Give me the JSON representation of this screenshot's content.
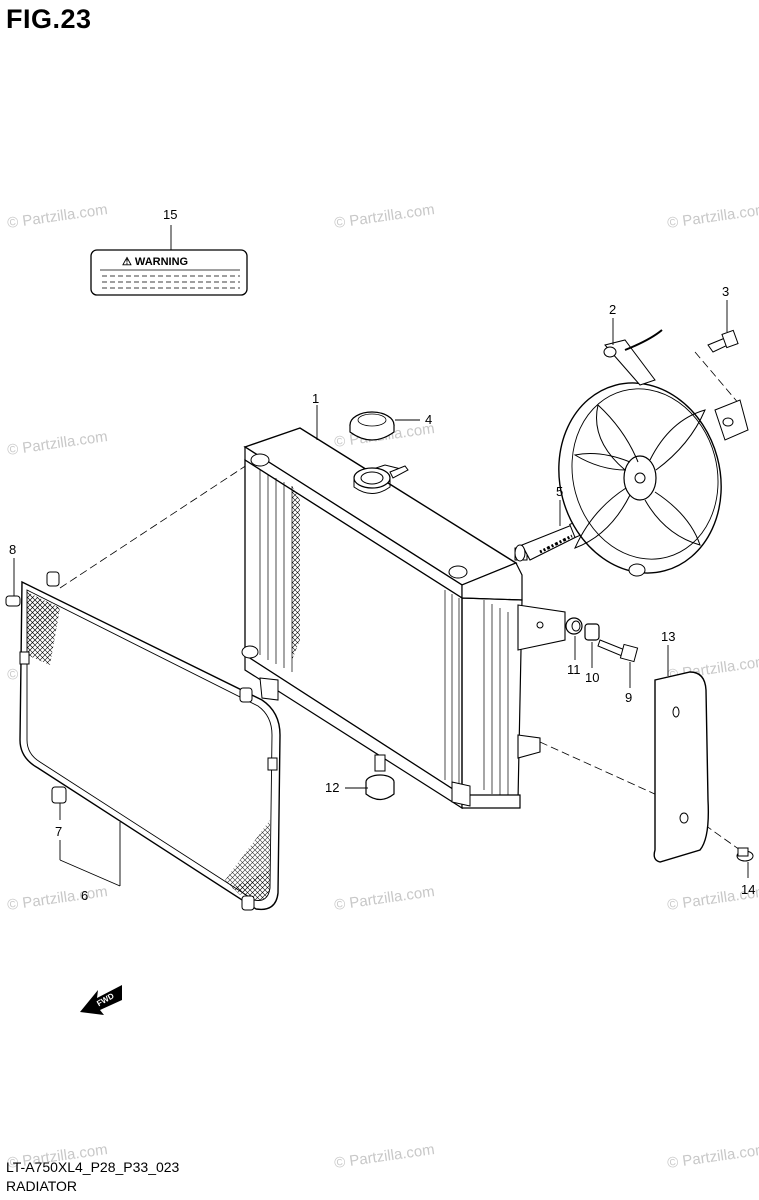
{
  "figure_title": "FIG.23",
  "footer": {
    "model_code": "LT-A750XL4_P28_P33_023",
    "section_name": "RADIATOR"
  },
  "warning_label_text": "⚠ WARNING",
  "direction_arrow_text": "FWD",
  "watermark_text": "© Partzilla.com",
  "callouts": {
    "c1": "1",
    "c2": "2",
    "c3": "3",
    "c4": "4",
    "c5": "5",
    "c6": "6",
    "c7": "7",
    "c8": "8",
    "c9": "9",
    "c10": "10",
    "c11": "11",
    "c12": "12",
    "c13": "13",
    "c14": "14",
    "c15": "15"
  }
}
